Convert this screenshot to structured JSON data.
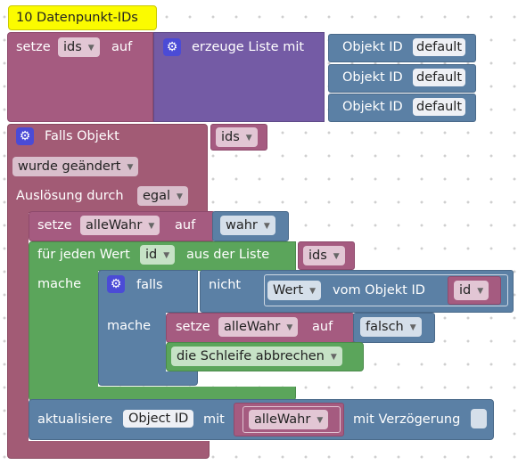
{
  "comment_label": "10 Datenpunkt-IDs",
  "set_ids": {
    "setze": "setze",
    "var": "ids",
    "auf": "auf"
  },
  "create_list": {
    "label": "erzeuge Liste mit"
  },
  "object_ids": [
    {
      "label": "Objekt ID",
      "value": "default"
    },
    {
      "label": "Objekt ID",
      "value": "default"
    },
    {
      "label": "Objekt ID",
      "value": "default"
    }
  ],
  "trigger": {
    "title": "Falls Objekt",
    "var": "ids",
    "changed": "wurde geändert",
    "by_label": "Auslösung durch",
    "by_value": "egal"
  },
  "set_allwahr": {
    "setze": "setze",
    "var": "alleWahr",
    "auf": "auf",
    "value": "wahr"
  },
  "for_each": {
    "prefix": "für jeden Wert",
    "var": "id",
    "mid": "aus der Liste",
    "list": "ids",
    "mache": "mache"
  },
  "if_block": {
    "falls": "falls",
    "not": "nicht",
    "prop": "Wert",
    "of_obj": "vom Objekt ID",
    "id_var": "id",
    "mache": "mache"
  },
  "set_false": {
    "setze": "setze",
    "var": "alleWahr",
    "auf": "auf",
    "value": "falsch"
  },
  "break_loop": {
    "label": "die Schleife abbrechen"
  },
  "update": {
    "label": "aktualisiere",
    "obj": "Object ID",
    "mit": "mit",
    "var": "alleWahr",
    "delay": "mit Verzögerung"
  },
  "colors": {
    "purple_var": "#a55b80",
    "trigger": "#a25b75",
    "list": "#745ba5",
    "blue": "#5b80a5",
    "green": "#5ba55b",
    "comment": "#fbfb00"
  }
}
